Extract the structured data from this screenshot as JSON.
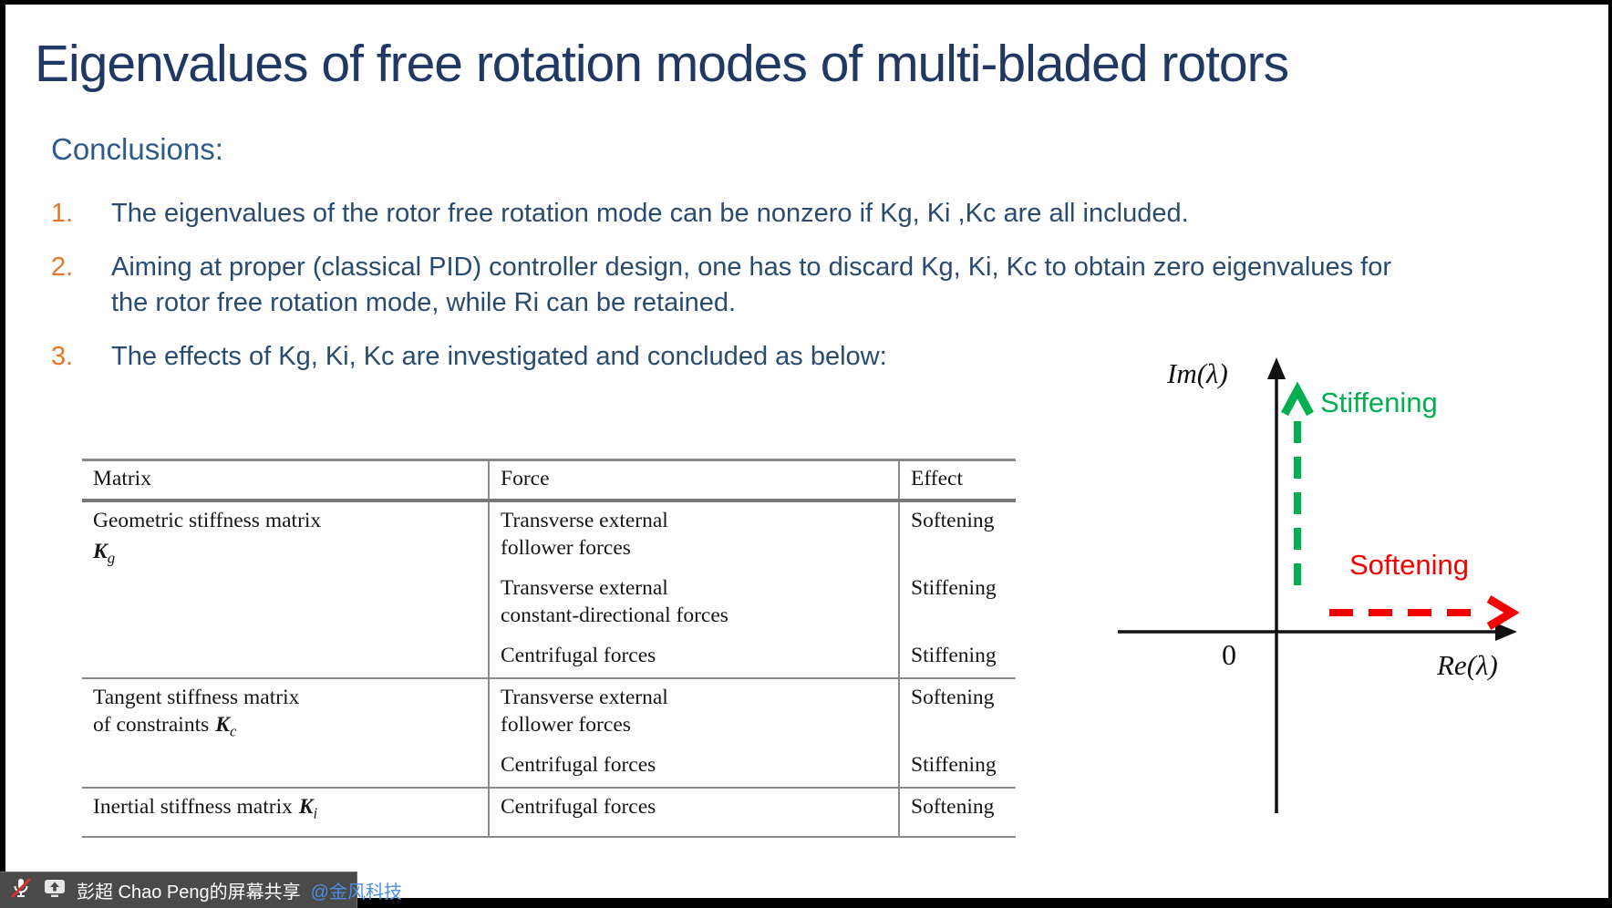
{
  "slide": {
    "title": "Eigenvalues of free rotation modes of multi-bladed rotors",
    "conclusions_heading": "Conclusions:",
    "points": [
      {
        "num": "1.",
        "text": "The eigenvalues of the rotor free rotation mode can be nonzero if Kg, Ki ,Kc are all included."
      },
      {
        "num": "2.",
        "text": "Aiming at proper (classical PID) controller design, one has to discard Kg, Ki, Kc to obtain zero eigenvalues for the rotor free rotation mode, while Ri can be retained."
      },
      {
        "num": "3.",
        "text": "The effects of Kg, Ki, Kc are investigated and concluded as below:"
      }
    ],
    "table": {
      "headers": [
        "Matrix",
        "Force",
        "Effect"
      ],
      "groups": [
        {
          "matrix_line1": "Geometric stiffness matrix",
          "symbol_base": "K",
          "symbol_sub": "g",
          "rows": [
            {
              "force_line1": "Transverse external",
              "force_line2": "follower forces",
              "effect": "Softening"
            },
            {
              "force_line1": "Transverse external",
              "force_line2": "constant-directional forces",
              "effect": "Stiffening"
            },
            {
              "force_line1": "Centrifugal forces",
              "effect": "Stiffening"
            }
          ]
        },
        {
          "matrix_line1": "Tangent stiffness matrix",
          "matrix_line2": "of constraints",
          "symbol_base": "K",
          "symbol_sub": "c",
          "rows": [
            {
              "force_line1": "Transverse external",
              "force_line2": "follower forces",
              "effect": "Softening"
            },
            {
              "force_line1": "Centrifugal forces",
              "effect": "Stiffening"
            }
          ]
        },
        {
          "matrix_line1": "Inertial stiffness matrix",
          "symbol_base": "K",
          "symbol_sub": "i",
          "rows": [
            {
              "force_line1": "Centrifugal forces",
              "effect": "Softening"
            }
          ]
        }
      ]
    },
    "diagram": {
      "y_axis_label": "Im(λ)",
      "x_axis_label": "Re(λ)",
      "origin_label": "0",
      "up_arrow_label": "Stiffening",
      "right_arrow_label": "Softening",
      "colors": {
        "stiffening": "#00B050",
        "softening": "#F40000",
        "axis": "#111111"
      }
    },
    "colors": {
      "title_navy": "#1F3864",
      "heading_blue": "#2F5B8C",
      "body_blue": "#2A4B70",
      "number_orange": "#E97528"
    }
  },
  "share_bar": {
    "mic_icon": "muted-mic-icon",
    "share_icon": "screen-share-icon",
    "presenter_text": "彭超 Chao Peng的屏幕共享",
    "org_link": "@金风科技",
    "bar_color": "#4A4A4A",
    "link_color": "#4E8FE0"
  }
}
